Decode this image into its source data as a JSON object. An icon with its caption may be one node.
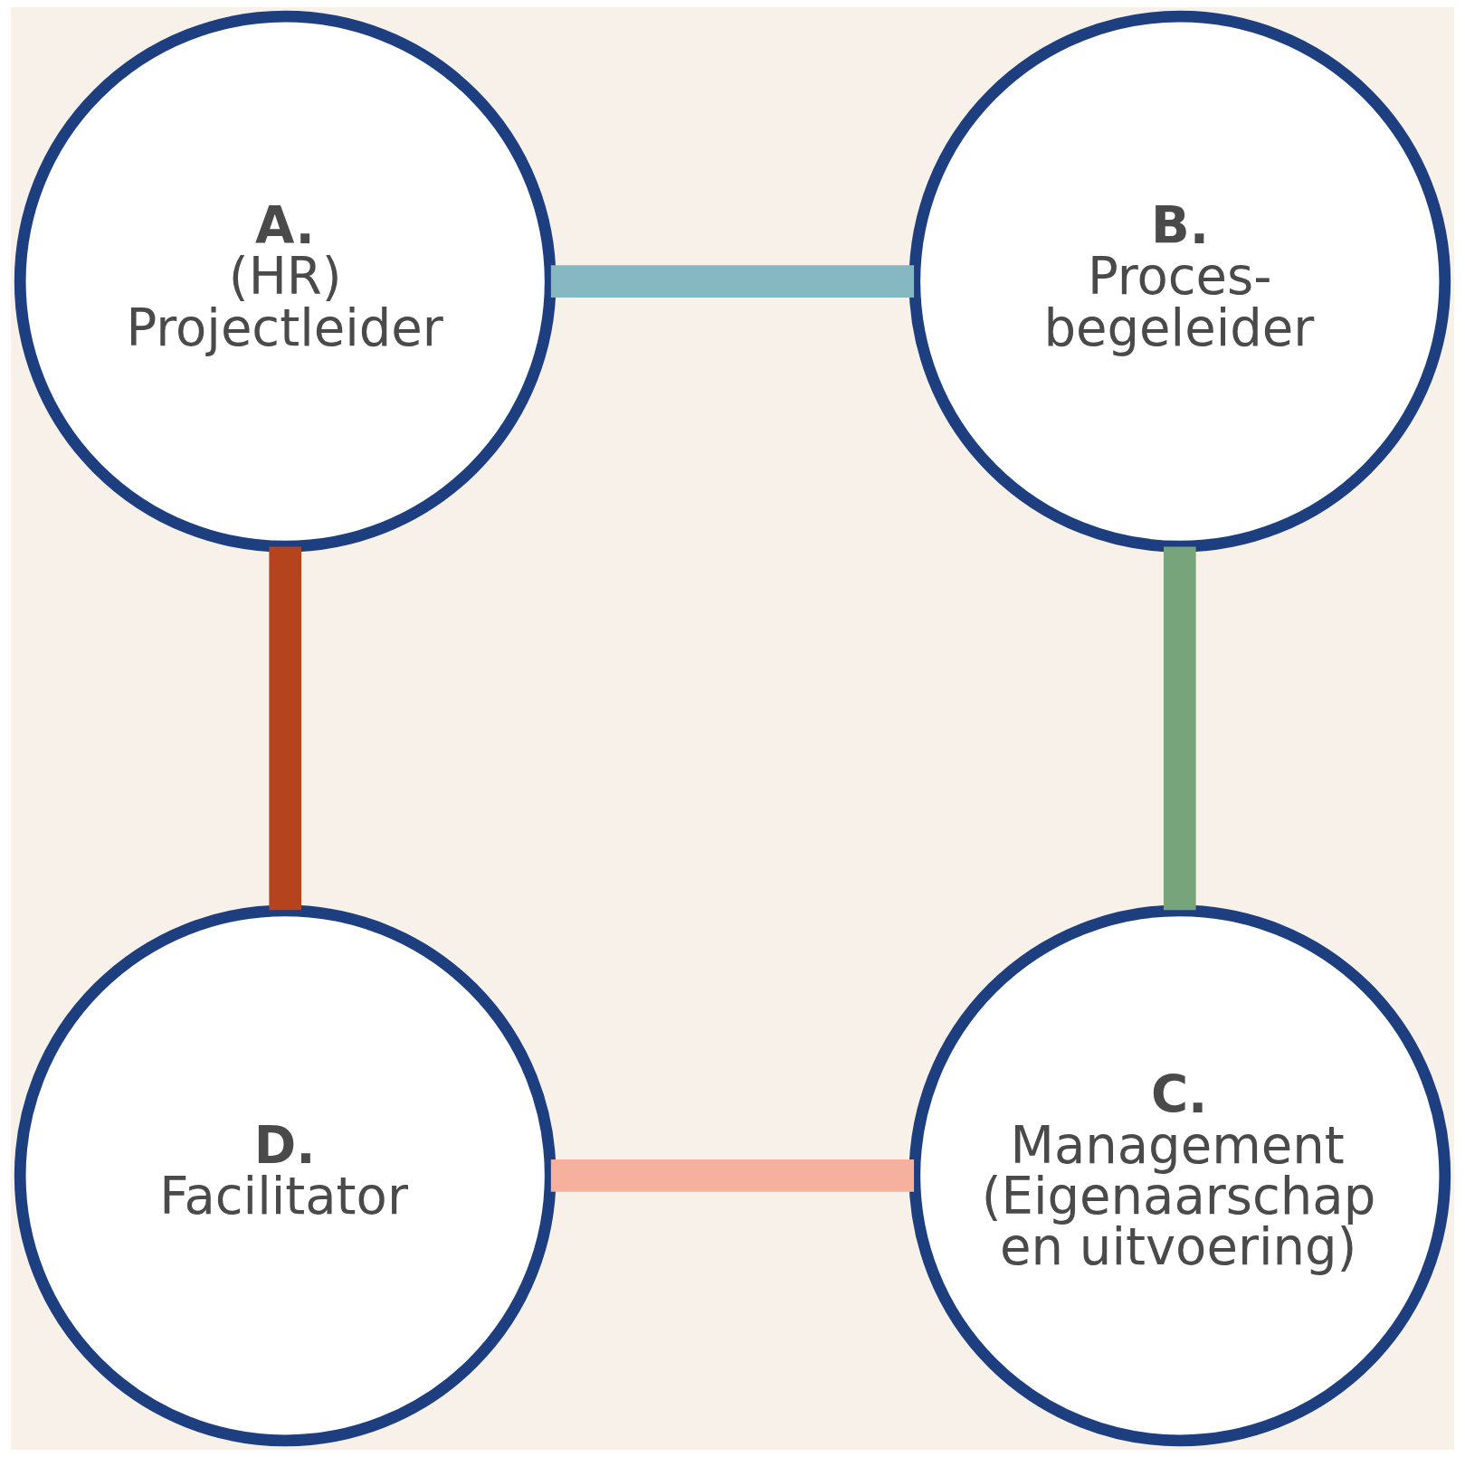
{
  "diagram": {
    "nodes": [
      {
        "text": [
          "A.",
          "(HR) Projectleider"
        ]
      },
      {
        "text": [
          "B.",
          "Proces- begeleider"
        ]
      },
      {
        "text": [
          "C.",
          "Management (Eigenaarschap en uitvoering)"
        ]
      },
      {
        "text": [
          "D.",
          "Facilitator"
        ]
      }
    ],
    "edges": [
      {
        "from": 0,
        "to": 1,
        "arrow": "none",
        "color": "#85b8c0"
      },
      {
        "from": 1,
        "to": 2,
        "arrow": "none",
        "color": "#78a47c"
      },
      {
        "from": 2,
        "to": 3,
        "arrow": "none",
        "color": "#f5b09e"
      },
      {
        "from": 3,
        "to": 0,
        "arrow": "none",
        "color": "#b5441e"
      }
    ]
  }
}
